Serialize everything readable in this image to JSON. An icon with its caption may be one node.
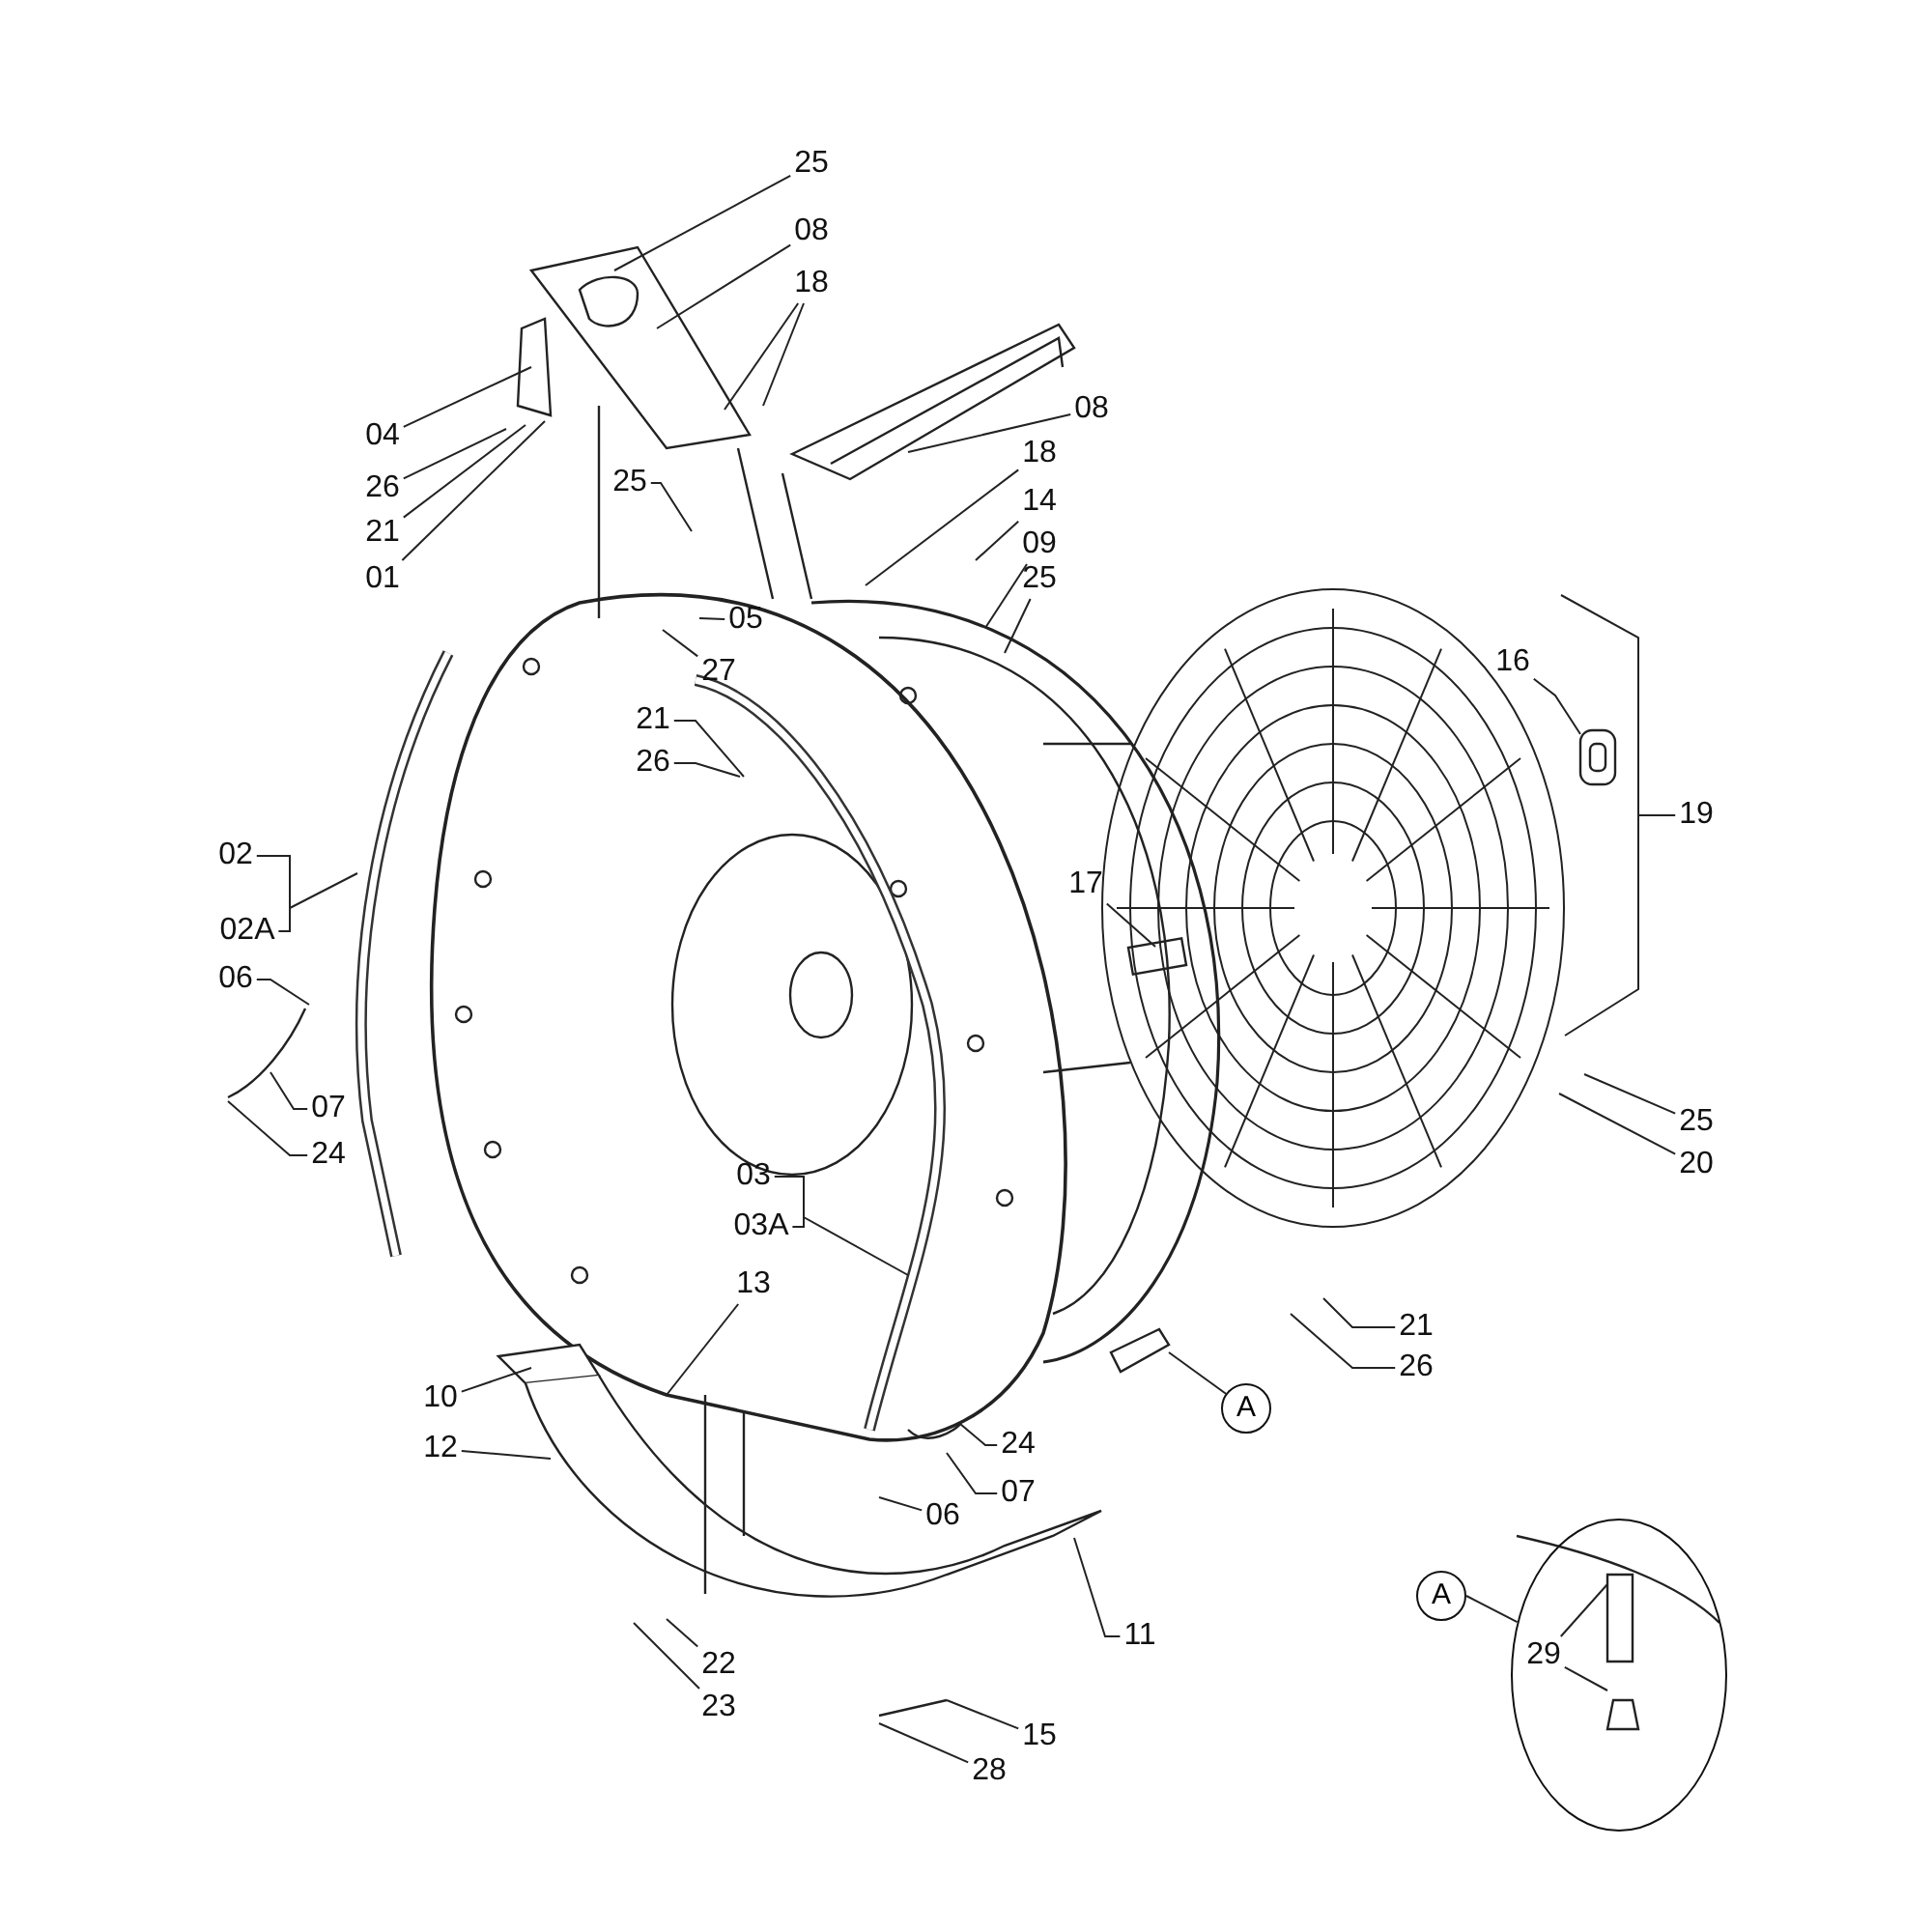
{
  "diagram": {
    "nodes": [
      {
        "text": [
          "25"
        ]
      },
      {
        "text": [
          "08"
        ]
      },
      {
        "text": [
          "18"
        ]
      },
      {
        "text": [
          "04"
        ]
      },
      {
        "text": [
          "26"
        ]
      },
      {
        "text": [
          "21"
        ]
      },
      {
        "text": [
          "01"
        ]
      },
      {
        "text": [
          "08"
        ]
      },
      {
        "text": [
          "25"
        ]
      },
      {
        "text": [
          "18"
        ]
      },
      {
        "text": [
          "14"
        ]
      },
      {
        "text": [
          "09"
        ]
      },
      {
        "text": [
          "25"
        ]
      },
      {
        "text": [
          "05"
        ]
      },
      {
        "text": [
          "27"
        ]
      },
      {
        "text": [
          "21"
        ]
      },
      {
        "text": [
          "26"
        ]
      },
      {
        "text": [
          "16"
        ]
      },
      {
        "text": [
          "19"
        ]
      },
      {
        "text": [
          "02"
        ]
      },
      {
        "text": [
          "02A"
        ]
      },
      {
        "text": [
          "06"
        ]
      },
      {
        "text": [
          "17"
        ]
      },
      {
        "text": [
          "07"
        ]
      },
      {
        "text": [
          "24"
        ]
      },
      {
        "text": [
          "25"
        ]
      },
      {
        "text": [
          "20"
        ]
      },
      {
        "text": [
          "03"
        ]
      },
      {
        "text": [
          "03A"
        ]
      },
      {
        "text": [
          "13"
        ]
      },
      {
        "text": [
          "21"
        ]
      },
      {
        "text": [
          "26"
        ]
      },
      {
        "text": [
          "A"
        ]
      },
      {
        "text": [
          "10"
        ]
      },
      {
        "text": [
          "12"
        ]
      },
      {
        "text": [
          "24"
        ]
      },
      {
        "text": [
          "07"
        ]
      },
      {
        "text": [
          "06"
        ]
      },
      {
        "text": [],
        "shape": "oval"
      },
      {
        "text": [
          "A"
        ]
      },
      {
        "text": [
          "29"
        ],
        "in": 38
      },
      {
        "text": [
          "11"
        ]
      },
      {
        "text": [
          "22"
        ]
      },
      {
        "text": [
          "23"
        ]
      },
      {
        "text": [
          "15"
        ]
      },
      {
        "text": [
          "28"
        ]
      }
    ],
    "edges": [
      {
        "from": 0,
        "to": null,
        "arrow": "none"
      },
      {
        "from": 1,
        "to": null,
        "arrow": "none"
      },
      {
        "from": 2,
        "to": null,
        "arrow": "none"
      },
      {
        "from": 2,
        "to": null,
        "arrow": "none"
      },
      {
        "from": 3,
        "to": null,
        "arrow": "none"
      },
      {
        "from": 4,
        "to": null,
        "arrow": "none"
      },
      {
        "from": 5,
        "to": null,
        "arrow": "none"
      },
      {
        "from": 6,
        "to": null,
        "arrow": "none"
      },
      {
        "from": 7,
        "to": null,
        "arrow": "none"
      },
      {
        "from": 8,
        "to": null,
        "arrow": "none"
      },
      {
        "from": 9,
        "to": null,
        "arrow": "none"
      },
      {
        "from": 10,
        "to": null,
        "arrow": "none"
      },
      {
        "from": 11,
        "to": null,
        "arrow": "none"
      },
      {
        "from": 12,
        "to": null,
        "arrow": "none"
      },
      {
        "from": 13,
        "to": null,
        "arrow": "none"
      },
      {
        "from": 14,
        "to": null,
        "arrow": "none"
      },
      {
        "from": 15,
        "to": null,
        "arrow": "none"
      },
      {
        "from": 16,
        "to": null,
        "arrow": "none"
      },
      {
        "from": 17,
        "to": null,
        "arrow": "none"
      },
      {
        "from": 18,
        "to": null,
        "arrow": "none"
      },
      {
        "from": 19,
        "to": null,
        "arrow": "none"
      },
      {
        "from": 20,
        "to": null,
        "arrow": "none"
      },
      {
        "from": 21,
        "to": null,
        "arrow": "none"
      },
      {
        "from": 22,
        "to": null,
        "arrow": "none"
      },
      {
        "from": 23,
        "to": null,
        "arrow": "none"
      },
      {
        "from": 24,
        "to": null,
        "arrow": "none"
      },
      {
        "from": 25,
        "to": null,
        "arrow": "none"
      },
      {
        "from": 26,
        "to": null,
        "arrow": "none"
      },
      {
        "from": 27,
        "to": null,
        "arrow": "none"
      },
      {
        "from": 28,
        "to": null,
        "arrow": "none"
      },
      {
        "from": 29,
        "to": null,
        "arrow": "none"
      },
      {
        "from": 30,
        "to": null,
        "arrow": "none"
      },
      {
        "from": 31,
        "to": null,
        "arrow": "none"
      },
      {
        "from": 32,
        "to": null,
        "arrow": "none"
      },
      {
        "from": 33,
        "to": null,
        "arrow": "none"
      },
      {
        "from": 34,
        "to": null,
        "arrow": "none"
      },
      {
        "from": 35,
        "to": null,
        "arrow": "none"
      },
      {
        "from": 36,
        "to": null,
        "arrow": "none"
      },
      {
        "from": 37,
        "to": null,
        "arrow": "none"
      },
      {
        "from": 39,
        "to": 38,
        "arrow": "none"
      },
      {
        "from": 40,
        "to": null,
        "arrow": "none"
      },
      {
        "from": 40,
        "to": null,
        "arrow": "none"
      },
      {
        "from": 41,
        "to": null,
        "arrow": "none"
      },
      {
        "from": 42,
        "to": null,
        "arrow": "none"
      },
      {
        "from": 43,
        "to": null,
        "arrow": "none"
      },
      {
        "from": 44,
        "to": null,
        "arrow": "none"
      },
      {
        "from": 45,
        "to": null,
        "arrow": "none"
      }
    ]
  }
}
